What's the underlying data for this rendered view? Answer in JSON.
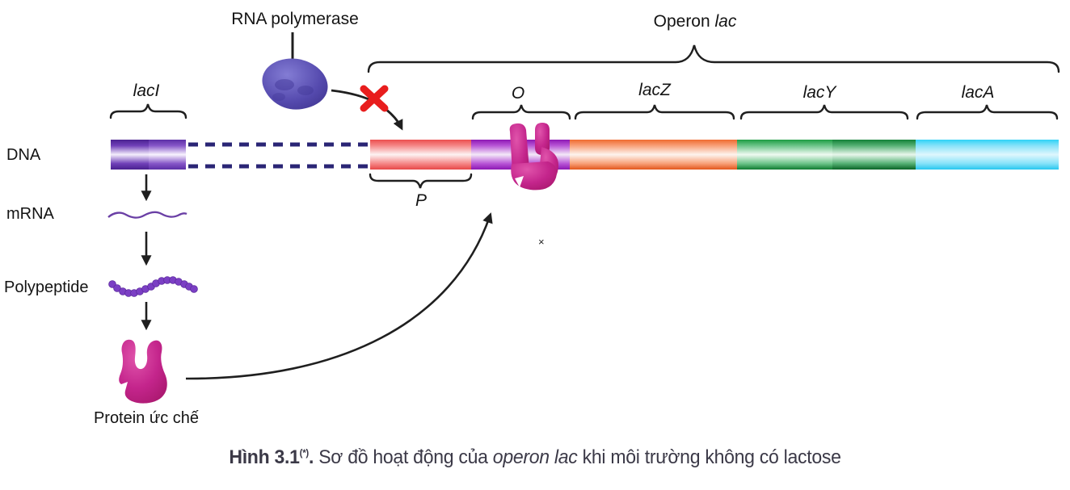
{
  "labels": {
    "rna_polymerase": "RNA polymerase",
    "operon_prefix": "Operon ",
    "operon_gene": "lac",
    "dna": "DNA",
    "mrna": "mRNA",
    "polypeptide": "Polypeptide",
    "repressor_protein": "Protein ức chế",
    "cross_mark": "×"
  },
  "segments": [
    {
      "id": "lacI",
      "label": "lacI"
    },
    {
      "id": "P",
      "label": "P"
    },
    {
      "id": "O",
      "label": "O"
    },
    {
      "id": "lacZ",
      "label": "lacZ"
    },
    {
      "id": "lacY",
      "label": "lacY"
    },
    {
      "id": "lacA",
      "label": "lacA"
    }
  ],
  "caption": {
    "figure": "Hình 3.1",
    "superscript": "(*)",
    "separator": ". ",
    "text_before": "Sơ đồ hoạt động của ",
    "italic_phrase": "operon lac",
    "text_after": " khi môi trường không có lactose"
  },
  "colors": {
    "repressor_magenta": "#c4258c",
    "polymerase_indigo": "#544aa8",
    "inhibit_x_red": "#e81d1d",
    "dna_dash_navy": "#2a2575",
    "mrna_purple": "#6a3fa5",
    "polypeptide_purple": "#7b3fc4",
    "caption_text": "#3b3947",
    "segment_lacI": "#5c2fa6",
    "segment_P": "#ec4f4f",
    "segment_O": "#9a22c2",
    "segment_lacZ": "#ef6b30",
    "segment_lacY": "#1d9c43",
    "segment_lacA": "#2ed2f6"
  }
}
